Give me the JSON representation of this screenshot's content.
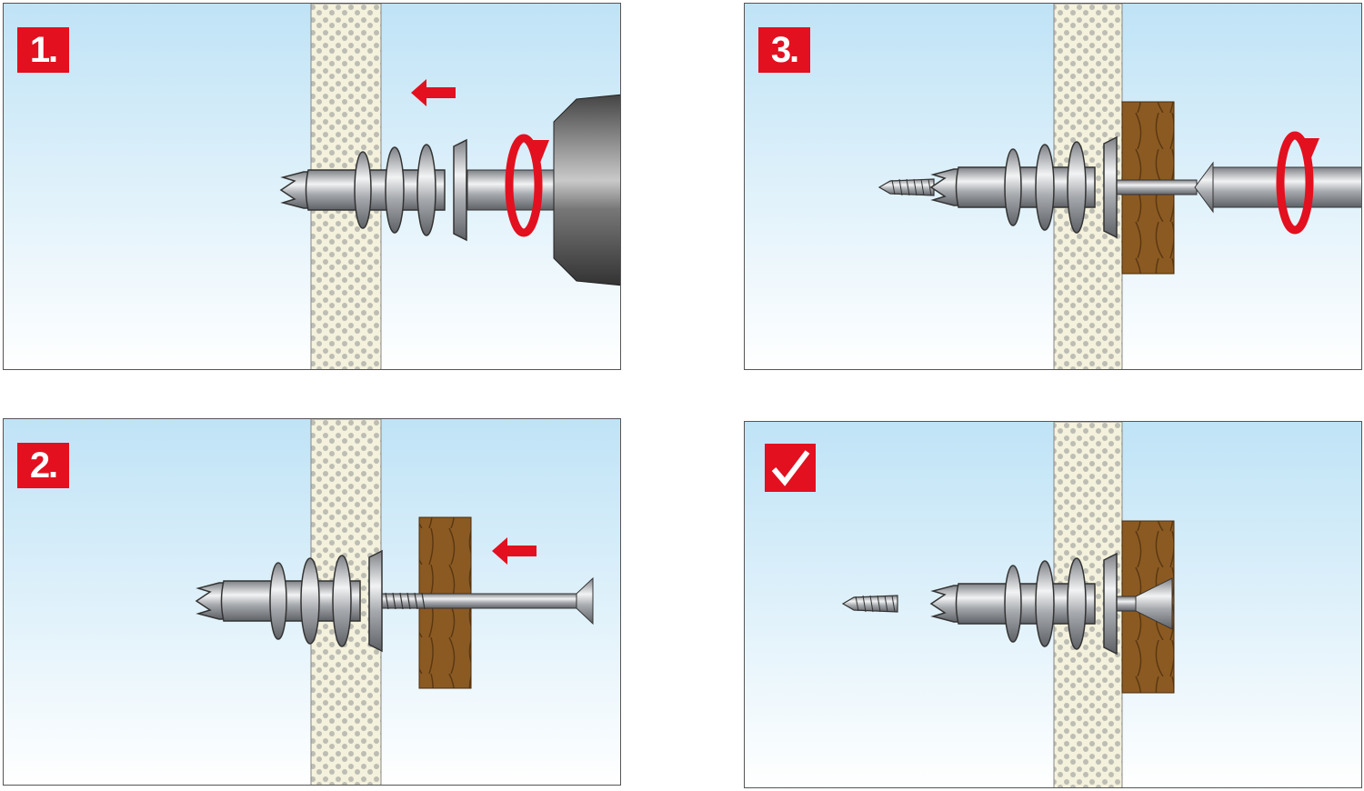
{
  "steps": [
    {
      "id": 1,
      "label": "1.",
      "action": "drill-anchor-into-wall"
    },
    {
      "id": 2,
      "label": "2.",
      "action": "insert-screw-through-wood"
    },
    {
      "id": 3,
      "label": "3.",
      "action": "tighten-screw"
    },
    {
      "id": 4,
      "label_icon": "checkmark-icon",
      "action": "done"
    }
  ],
  "colors": {
    "label_red": "#e3101f",
    "arrow_red": "#e3101f",
    "sky_top": "#bfe3f6",
    "sky_bottom": "#ffffff",
    "wall": "#f4f1dc",
    "wall_dots": "#b9b9b0",
    "wood": "#8b5a22",
    "metal": "#a9acb0"
  }
}
